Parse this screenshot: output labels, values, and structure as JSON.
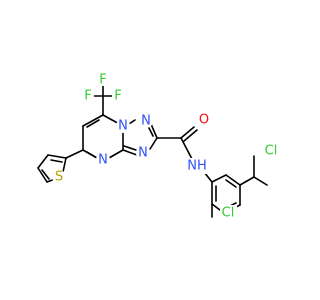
{
  "molecule": {
    "atoms": {
      "f1": {
        "symbol": "F",
        "color": "#33cc33"
      },
      "f2": {
        "symbol": "F",
        "color": "#33cc33"
      },
      "f3": {
        "symbol": "F",
        "color": "#33cc33"
      },
      "n1": {
        "symbol": "N",
        "color": "#3050f8"
      },
      "n2": {
        "symbol": "N",
        "color": "#3050f8"
      },
      "n3": {
        "symbol": "N",
        "color": "#3050f8"
      },
      "n4": {
        "symbol": "N",
        "color": "#3050f8"
      },
      "o": {
        "symbol": "O",
        "color": "#ff0d0d"
      },
      "nh": {
        "symbol": "NH",
        "color": "#3050f8"
      },
      "cl1": {
        "symbol": "Cl",
        "color": "#33cc33"
      },
      "cl2": {
        "symbol": "Cl",
        "color": "#33cc33"
      },
      "s": {
        "symbol": "S",
        "color": "#b2a000"
      }
    }
  }
}
